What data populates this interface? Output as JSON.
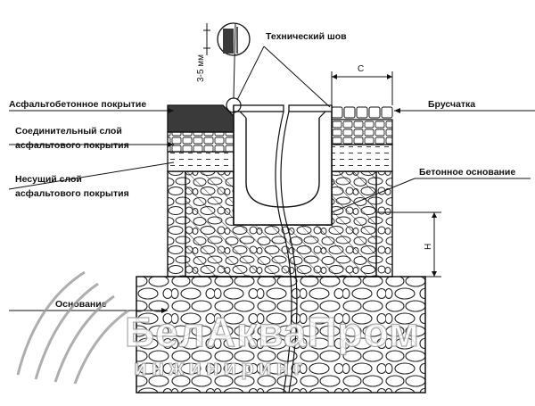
{
  "labels": {
    "technical_seam": "Технический шов",
    "seam_width": "3-5 мм",
    "c_dim": "С",
    "asphalt_surface": "Асфальтобетонное покрытие",
    "binding_layer_1": "Соединительный слой",
    "binding_layer_2": "асфальтового покрытия",
    "bearing_layer_1": "Несущий слой",
    "bearing_layer_2": "асфальтового покрытия",
    "paving": "Брусчатка",
    "concrete_base": "Бетонное основание",
    "h_dim": "Н",
    "foundation": "Основание"
  },
  "watermark": {
    "line1": "БелАкваПром",
    "line2": "инжиниринг"
  },
  "colors": {
    "line": "#111111",
    "asphalt": "#3a3a3a",
    "watermark_stroke": "#9a9a9a"
  }
}
